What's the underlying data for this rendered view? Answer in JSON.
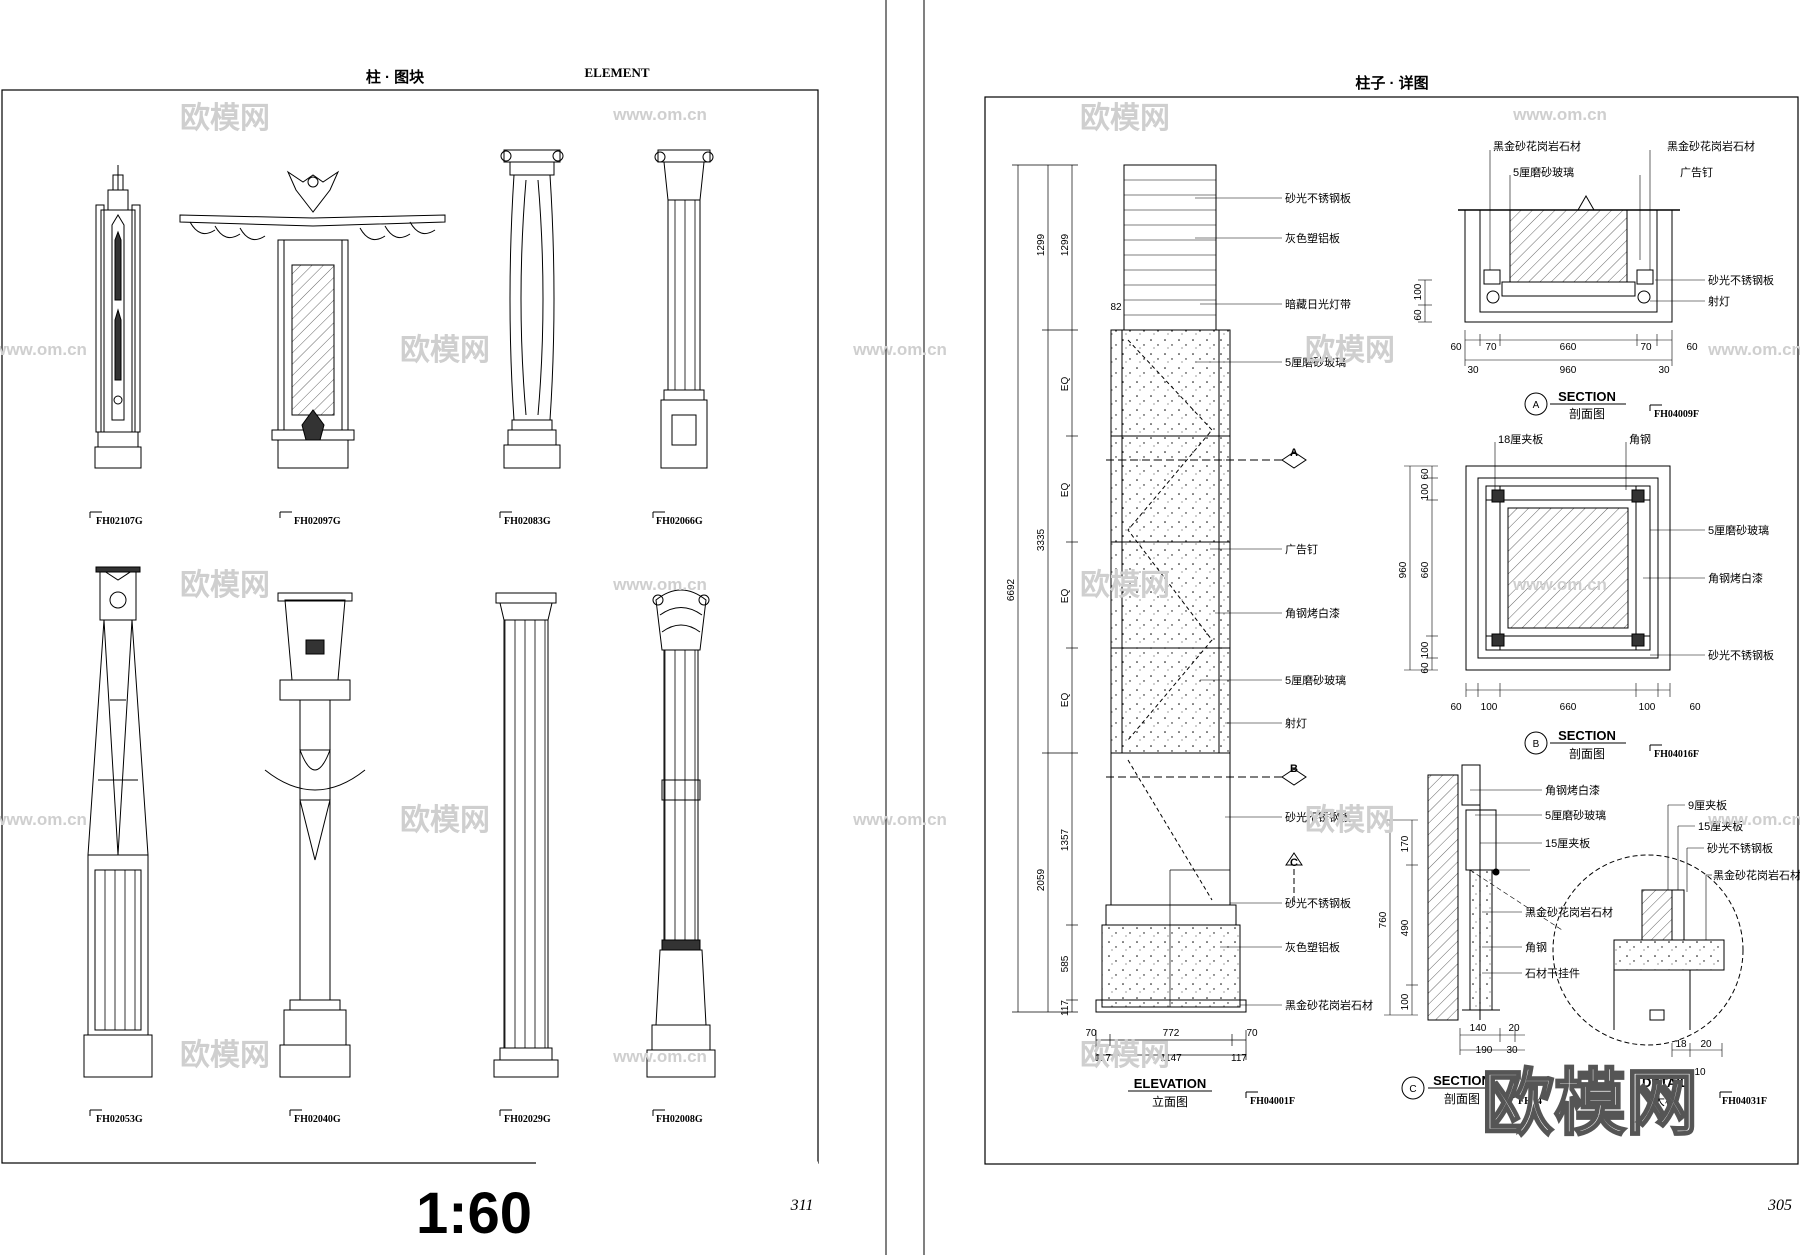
{
  "left_page": {
    "header_cn": "柱 · 图块",
    "header_en": "ELEMENT",
    "row1_codes": [
      "FH02107G",
      "FH02097G",
      "FH02083G",
      "FH02066G"
    ],
    "row2_codes": [
      "FH02053G",
      "FH02040G",
      "FH02029G",
      "FH02008G"
    ],
    "scale_label": "1:60",
    "page_number": "311"
  },
  "right_page": {
    "header_cn": "柱子 · 详图",
    "page_number": "305",
    "elevation": {
      "title_en": "ELEVATION",
      "title_cn": "立面图",
      "code": "FH04001F",
      "total_height": "6692",
      "segments": [
        "1299",
        "3335",
        "2059"
      ],
      "sub_segments": [
        "1299",
        "EQ",
        "EQ",
        "EQ",
        "EQ",
        "1357",
        "585",
        "117"
      ],
      "top_dim": "82",
      "bottom_dims_row1": [
        "70",
        "772",
        "70"
      ],
      "bottom_dims_row2": [
        "117",
        "1147",
        "117"
      ],
      "section_markers": [
        "A",
        "B",
        "C"
      ],
      "labels": [
        "砂光不锈钢板",
        "灰色塑铝板",
        "暗藏日光灯带",
        "5厘磨砂玻璃",
        "广告钉",
        "角钢烤白漆",
        "5厘磨砂玻璃",
        "射灯",
        "砂光不锈钢板",
        "砂光不锈钢板",
        "灰色塑铝板",
        "黑金砂花岗岩石材"
      ]
    },
    "section_a": {
      "marker": "A",
      "title_en": "SECTION",
      "title_cn": "剖面图",
      "code": "FH04009F",
      "labels_top": [
        "黑金砂花岗岩石材",
        "黑金砂花岗岩石材",
        "5厘磨砂玻璃",
        "广告钉"
      ],
      "labels_right": [
        "砂光不锈钢板",
        "射灯"
      ],
      "side_dims": [
        "100",
        "60"
      ],
      "dims_row1": [
        "60",
        "70",
        "660",
        "70",
        "60"
      ],
      "dims_row2": [
        "30",
        "960",
        "30"
      ]
    },
    "section_b": {
      "marker": "B",
      "title_en": "SECTION",
      "title_cn": "剖面图",
      "code": "FH04016F",
      "labels_top": [
        "18厘夹板",
        "角钢"
      ],
      "labels_right": [
        "5厘磨砂玻璃",
        "角钢烤白漆",
        "砂光不锈钢板"
      ],
      "side_dims_outer": "960",
      "side_dims": [
        "60",
        "100",
        "660",
        "100",
        "60"
      ],
      "dims_row": [
        "60",
        "100",
        "660",
        "100",
        "60"
      ]
    },
    "section_c": {
      "marker": "C",
      "title_en": "SECTION",
      "title_cn": "剖面图",
      "code": "FH04",
      "labels": [
        "角钢烤白漆",
        "5厘磨砂玻璃",
        "15厘夹板",
        "黑金砂花岗岩石材",
        "角钢",
        "石材干挂件"
      ],
      "side_dims": [
        "170",
        "490",
        "100"
      ],
      "side_total": "760",
      "bottom_dims_row1": [
        "140",
        "20"
      ],
      "bottom_dims_row2": [
        "190",
        "30"
      ]
    },
    "detail": {
      "title_en": "DETAIL",
      "title_cn": "大样",
      "code": "FH04031F",
      "labels": [
        "9厘夹板",
        "15厘夹板",
        "砂光不锈钢板",
        "黑金砂花岗岩石材"
      ],
      "dims": [
        "18",
        "20",
        "10"
      ]
    }
  },
  "watermarks": {
    "logo_cn": "欧模网",
    "url": "www.om.cn",
    "stamp": "欧模网"
  }
}
